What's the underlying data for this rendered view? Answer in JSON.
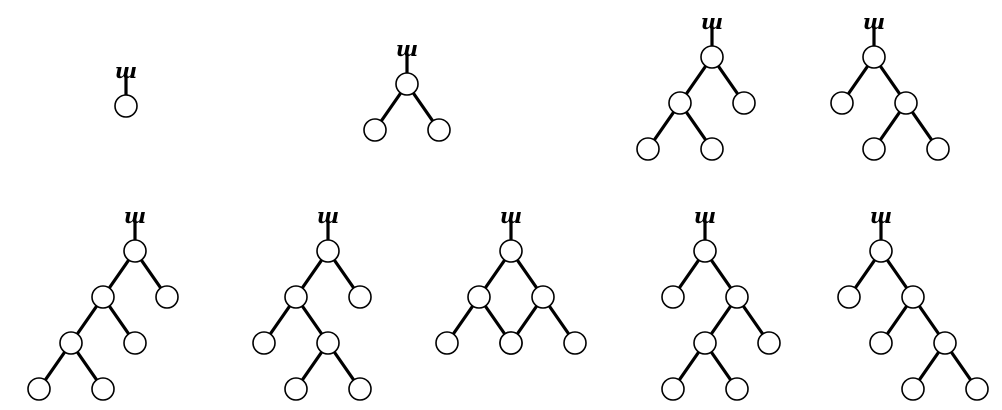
{
  "root_symbol": "ш",
  "colors": {
    "stroke": "#000000",
    "node_fill": "#ffffff",
    "background": "#ffffff"
  },
  "trees": [
    {
      "name": "tree-1",
      "root": {
        "label": "ш"
      }
    },
    {
      "name": "tree-2",
      "root": {
        "label": "ш",
        "left": {},
        "right": {}
      }
    },
    {
      "name": "tree-3",
      "root": {
        "label": "ш",
        "left": {
          "left": {},
          "right": {}
        },
        "right": {}
      }
    },
    {
      "name": "tree-4",
      "root": {
        "label": "ш",
        "left": {},
        "right": {
          "left": {},
          "right": {}
        }
      }
    },
    {
      "name": "tree-5",
      "root": {
        "label": "ш",
        "left": {
          "left": {
            "left": {},
            "right": {}
          },
          "right": {}
        },
        "right": {}
      }
    },
    {
      "name": "tree-6",
      "root": {
        "label": "ш",
        "left": {
          "left": {},
          "right": {
            "left": {},
            "right": {}
          }
        },
        "right": {}
      }
    },
    {
      "name": "tree-7",
      "root": {
        "label": "ш",
        "left": {
          "left": {},
          "right": {}
        },
        "right": {
          "left": {},
          "right": {}
        }
      }
    },
    {
      "name": "tree-8",
      "root": {
        "label": "ш",
        "left": {},
        "right": {
          "left": {
            "left": {},
            "right": {}
          },
          "right": {}
        }
      }
    },
    {
      "name": "tree-9",
      "root": {
        "label": "ш",
        "left": {},
        "right": {
          "left": {},
          "right": {
            "left": {},
            "right": {}
          }
        }
      }
    }
  ]
}
